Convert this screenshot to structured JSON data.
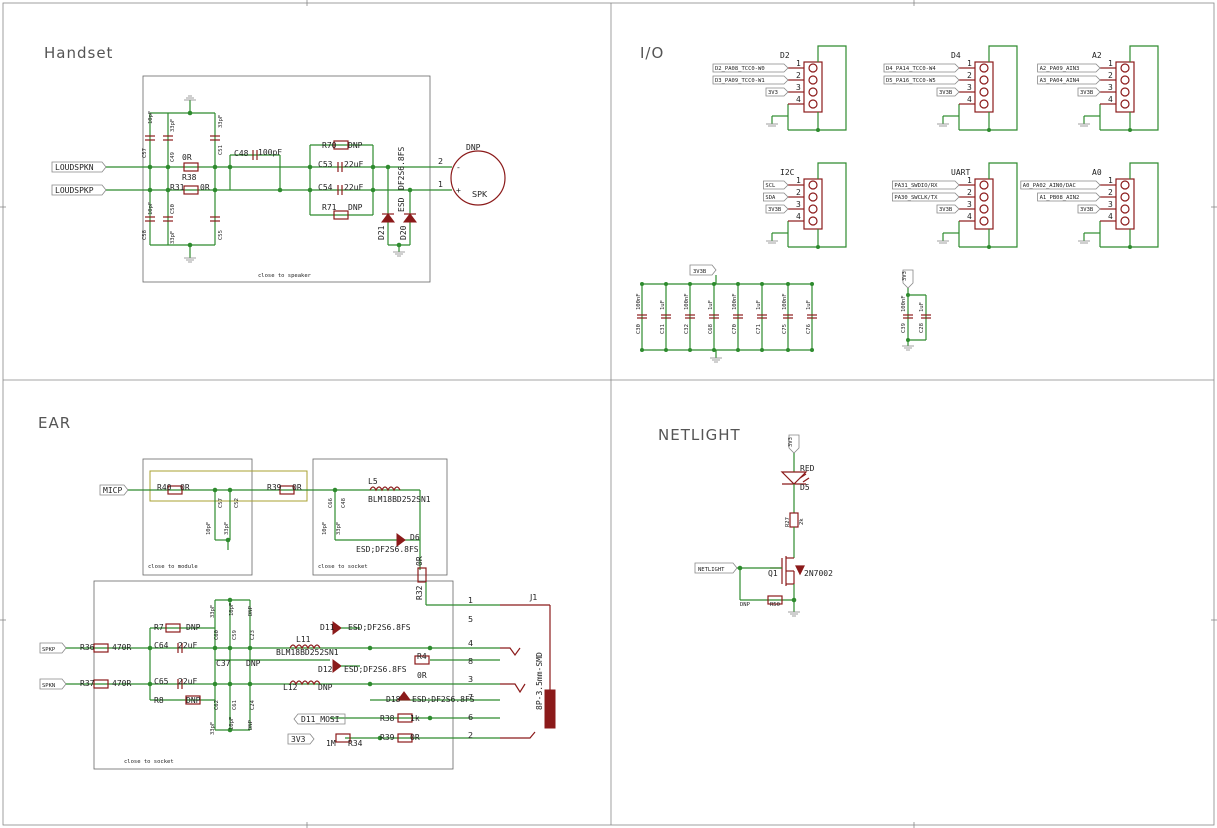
{
  "sections": {
    "handset": "Handset",
    "io": "I/O",
    "ear": "EAR",
    "netlight": "NETLIGHT"
  },
  "box_notes": {
    "speaker": "close to speaker",
    "module": "close to module",
    "socket_top": "close to socket",
    "socket_bottom": "close to socket"
  },
  "handset": {
    "net_n": "LOUDSPKN",
    "net_p": "LOUDSPKP",
    "labels": [
      "C57",
      "10pF",
      "33pF",
      "C49",
      "C51",
      "33pF",
      "R38",
      "0R",
      "R31",
      "0R",
      "C48",
      "100pF",
      "R70",
      "DNP",
      "C53",
      "22uF",
      "C54",
      "22uF",
      "R71",
      "DNP",
      "C58",
      "10pF",
      "33pF",
      "C50",
      "C55",
      "DF2S6.8FS",
      "ESD",
      "D21",
      "D20"
    ],
    "spk_name": "DNP",
    "spk_label": "SPK",
    "pin2": "2",
    "pin1": "1",
    "minus": "-",
    "plus": "+"
  },
  "io": {
    "connectors": [
      {
        "name": "D2",
        "pins": [
          "1",
          "2",
          "3",
          "4"
        ],
        "nets": [
          "D2_PA08_TCC0-W0",
          "D3_PA09_TCC0-W1",
          "3V3"
        ]
      },
      {
        "name": "D4",
        "pins": [
          "1",
          "2",
          "3",
          "4"
        ],
        "nets": [
          "D4_PA14_TCC0-W4",
          "D5_PA16_TCC0-W5",
          "3V3B"
        ]
      },
      {
        "name": "A2",
        "pins": [
          "1",
          "2",
          "3",
          "4"
        ],
        "nets": [
          "A2_PA09_AIN3",
          "A3_PA04_AIN4",
          "3V3B"
        ]
      },
      {
        "name": "I2C",
        "pins": [
          "1",
          "2",
          "3",
          "4"
        ],
        "nets": [
          "SCL",
          "SDA",
          "3V3B"
        ]
      },
      {
        "name": "UART",
        "pins": [
          "1",
          "2",
          "3",
          "4"
        ],
        "nets": [
          "PA31_SWDIO/RX",
          "PA30_SWCLK/TX",
          "3V3B"
        ]
      },
      {
        "name": "A0",
        "pins": [
          "1",
          "2",
          "3",
          "4"
        ],
        "nets": [
          "A0_PA02_AIN0/DAC",
          "A1_PB08_AIN2",
          "3V3B"
        ]
      }
    ],
    "cap_rail": "3V3B",
    "caps": [
      "C30",
      "100nF",
      "C31",
      "1uF",
      "C32",
      "100nF",
      "C68",
      "1uF",
      "C70",
      "100nF",
      "C71",
      "1uF",
      "C75",
      "100nF",
      "C76",
      "1uF"
    ],
    "rail2": "3V3",
    "caps2": [
      "C39",
      "100nF",
      "C28",
      "1uF"
    ]
  },
  "ear": {
    "micp": "MICP",
    "spkp": "SPKP",
    "spkn": "SPKN",
    "d11": "D11_MOSI",
    "v33": "3V3",
    "labels_mod": [
      "R40",
      "0R",
      "R39",
      "0R",
      "C57",
      "C52",
      "10pF",
      "33pF"
    ],
    "labels_l5": [
      "L5",
      "BLM18BD252SN1",
      "C66",
      "C48",
      "10pF",
      "33pF",
      "D6",
      "ESD;DF2S6.8FS",
      "R32",
      "0R"
    ],
    "labels_sock": [
      "R36",
      "470R",
      "R37",
      "470R",
      "R7",
      "DNP",
      "R8",
      "DNP",
      "C64",
      "22uF",
      "C65",
      "22uF",
      "C60",
      "C59",
      "C23",
      "33pF",
      "10pF",
      "DNP",
      "C37",
      "DNP",
      "C62",
      "C61",
      "C24",
      "33pF",
      "10pF",
      "DNP",
      "L11",
      "BLM18BD252SN1",
      "L12",
      "DNP",
      "D11",
      "D12",
      "D18",
      "ESD;DF2S6.8FS",
      "ESD;DF2S6.8FS",
      "ESD;DF2S6.8FS",
      "R4",
      "0R",
      "R38",
      "1k",
      "R39",
      "0R",
      "1M",
      "R34"
    ],
    "jack_pins": [
      "1",
      "5",
      "4",
      "8",
      "3",
      "7",
      "6",
      "2"
    ],
    "jack_name": "J1",
    "jack_part": "8P-3.5mm-SMD"
  },
  "netlight": {
    "rail": "3V3",
    "led": "RED",
    "led_ref": "D5",
    "r_ref": "R27",
    "r_val": "2k",
    "net": "NETLIGHT",
    "q_ref": "Q1",
    "q_part": "2N7002",
    "dnp": "DNP",
    "r50": "R50"
  }
}
